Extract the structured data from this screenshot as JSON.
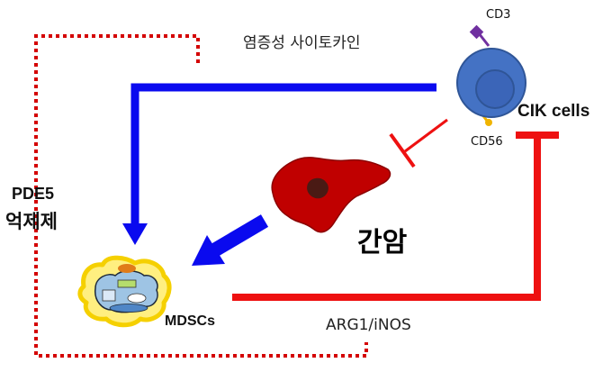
{
  "labels": {
    "cytokine": "염증성 사이토카인",
    "cd3": "CD3",
    "cd56": "CD56",
    "cik_cells": "CIK cells",
    "pde5_line1": "PDE5",
    "pde5_line2": "억제제",
    "liver_cancer": "간암",
    "mdscs": "MDSCs",
    "arg1_inos": "ARG1/iNOS"
  },
  "colors": {
    "blue_arrow": "#0a0aef",
    "red_inhibit": "#ee1111",
    "dotted_red": "#d40000",
    "cell_blue": "#4472c4",
    "liver_red": "#c00000",
    "tumor_dark": "#4a1a14",
    "mdsc_glow": "#ffe34d",
    "cd3_purple": "#7030a0",
    "cd56_yellow": "#f0b400"
  },
  "icons": {
    "cik_cell": "cik-cell-icon",
    "liver": "liver-tumor-icon",
    "mdsc": "mdsc-cell-icon"
  }
}
